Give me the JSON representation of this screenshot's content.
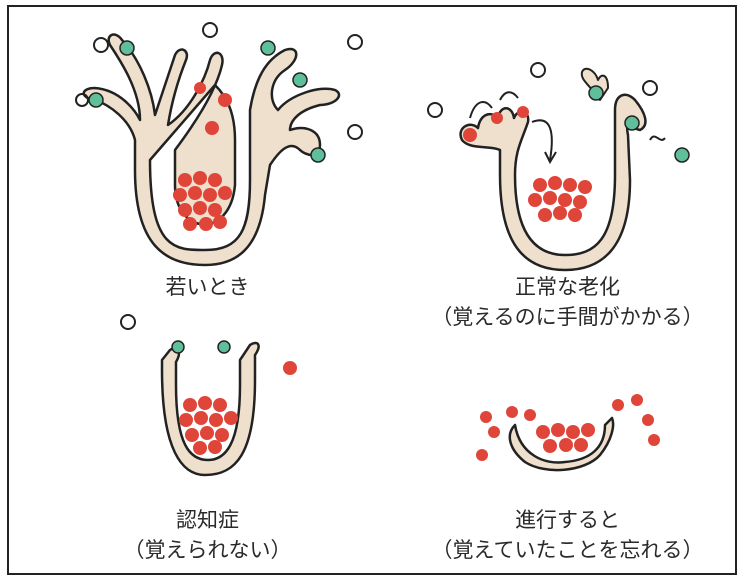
{
  "panels": {
    "young": {
      "title": "若いとき"
    },
    "normal": {
      "title": "正常な老化",
      "subtitle": "（覚えるのに手間がかかる）"
    },
    "dementia": {
      "title": "認知症",
      "subtitle": "（覚えられない）"
    },
    "progressed": {
      "title": "進行すると",
      "subtitle": "（覚えていたことを忘れる）"
    }
  },
  "colors": {
    "cell_fill": "#eee0cc",
    "outline": "#222222",
    "memory_dot": "#e0453a",
    "signal_dot": "#5fbf9a",
    "border": "#222222"
  }
}
